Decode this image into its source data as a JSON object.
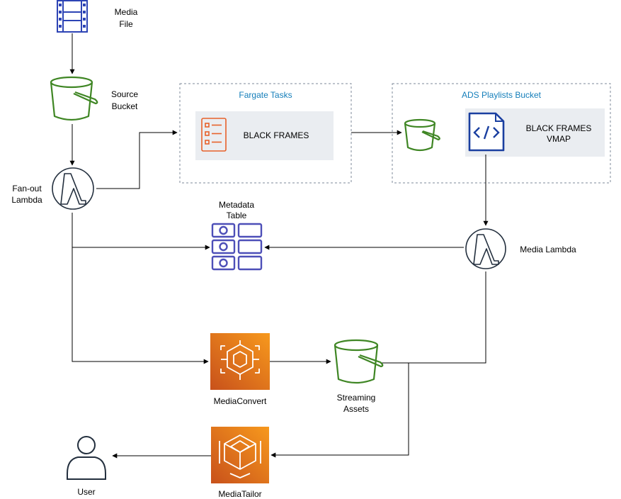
{
  "nodes": {
    "media_file": {
      "label_line1": "Media",
      "label_line2": "File",
      "icon": "film-icon"
    },
    "source_bucket": {
      "label_line1": "Source",
      "label_line2": "Bucket",
      "icon": "s3-bucket-icon"
    },
    "fanout_lambda": {
      "label_line1": "Fan-out",
      "label_line2": "Lambda",
      "icon": "lambda-icon"
    },
    "fargate_group": {
      "title": "Fargate Tasks"
    },
    "black_frames_task": {
      "label": "BLACK FRAMES",
      "icon": "task-list-icon"
    },
    "ads_group": {
      "title": "ADS Playlists Bucket"
    },
    "ads_bucket": {
      "icon": "s3-bucket-icon"
    },
    "black_frames_vmap": {
      "label_line1": "BLACK FRAMES",
      "label_line2": "VMAP",
      "icon": "code-file-icon"
    },
    "metadata_table": {
      "label_line1": "Metadata",
      "label_line2": "Table",
      "icon": "dynamodb-table-icon"
    },
    "media_lambda": {
      "label": "Media Lambda",
      "icon": "lambda-icon"
    },
    "mediaconvert": {
      "label": "MediaConvert",
      "icon": "mediaconvert-icon"
    },
    "streaming_assets": {
      "label_line1": "Streaming",
      "label_line2": "Assets",
      "icon": "s3-bucket-icon"
    },
    "mediatailor": {
      "label": "MediaTailor",
      "icon": "mediatailor-icon"
    },
    "user": {
      "label": "User",
      "icon": "user-icon"
    }
  },
  "colors": {
    "s3_green": "#3f8624",
    "media_orange": "#e7612a",
    "dynamodb_purple": "#4d4fb8",
    "code_blue": "#1a3fa0",
    "group_title_blue": "#147eba",
    "group_border": "#7d8998",
    "box_fill": "#eaedf1"
  }
}
